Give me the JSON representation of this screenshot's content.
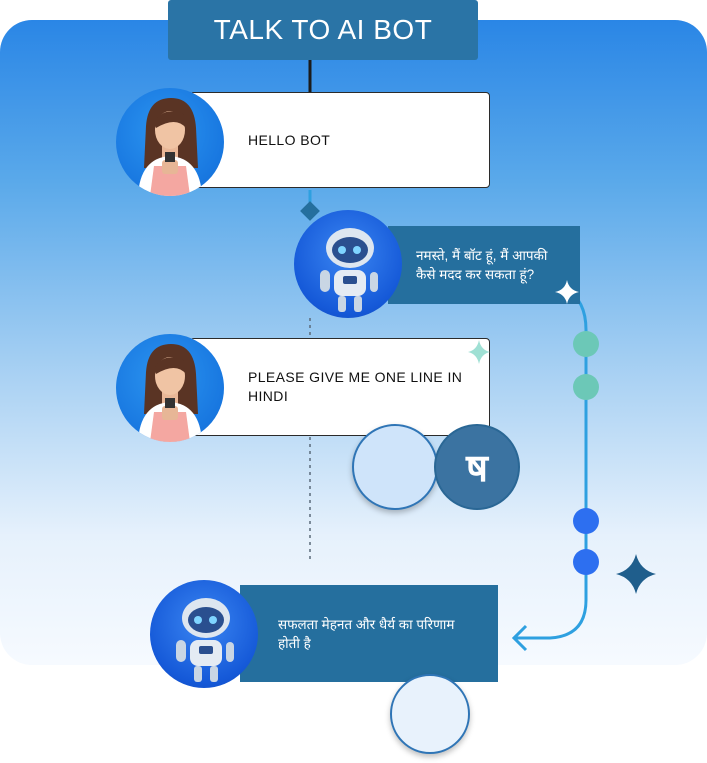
{
  "title": "TALK TO AI BOT",
  "messages": [
    {
      "sender": "user",
      "text": "HELLO BOT"
    },
    {
      "sender": "bot",
      "text": "नमस्ते, मैं बॉट हूं, मैं आपकी कैसे मदद कर सकता हूं?"
    },
    {
      "sender": "user",
      "text": "PLEASE GIVE ME ONE LINE IN HINDI"
    },
    {
      "sender": "bot",
      "text": "सफलता मेहनत और धैर्य का परिणाम होती है"
    }
  ],
  "hindi_glyph": "ष",
  "colors": {
    "title_bg": "#2a74a6",
    "bot_bubble": "#256f9e",
    "teal_dot": "#6cc8b7",
    "blue_dot": "#2d6ff0",
    "star_dark": "#1f5e8c",
    "star_teal": "#9fe0d4"
  }
}
